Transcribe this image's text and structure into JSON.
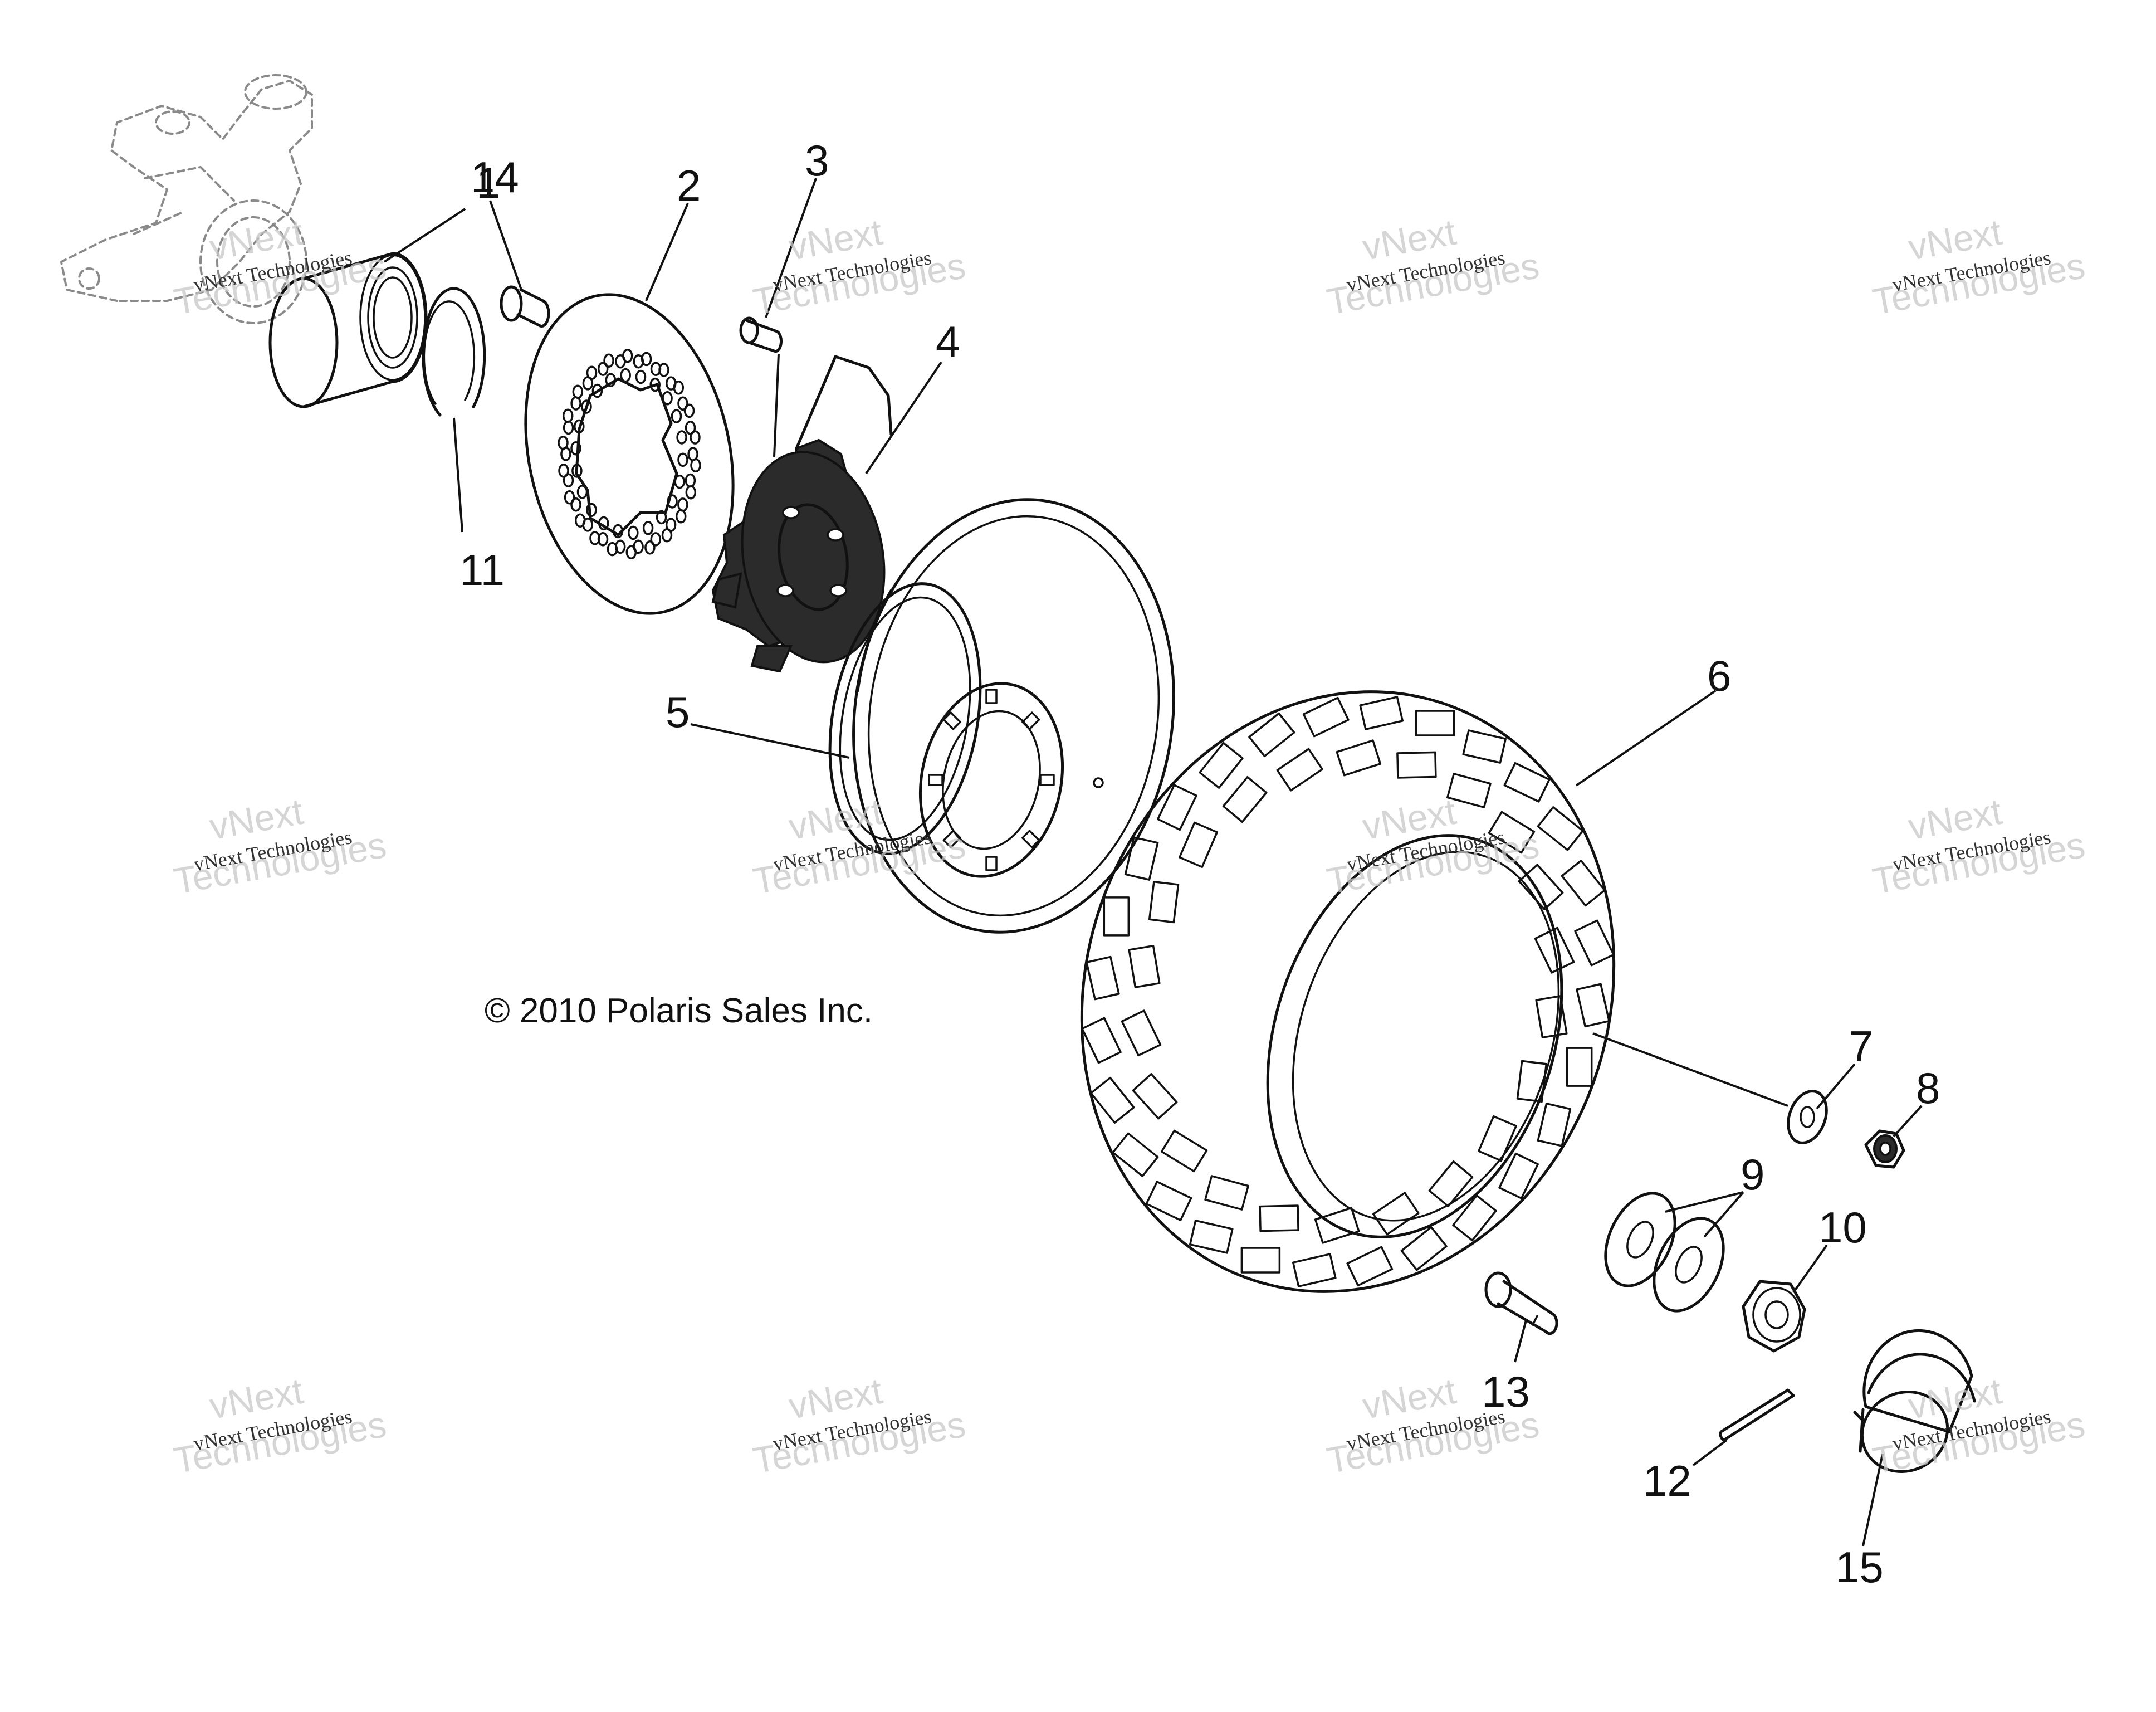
{
  "diagram": {
    "copyright": "© 2010 Polaris Sales Inc.",
    "watermark_small": "vNext Technologies",
    "watermark_large": "Technologies",
    "watermark_top": "vNext",
    "callouts": [
      "1",
      "2",
      "3",
      "4",
      "5",
      "6",
      "7",
      "8",
      "9",
      "10",
      "11",
      "12",
      "13",
      "14",
      "15"
    ],
    "parts": [
      "steering knuckle",
      "wheel bearing",
      "snap ring",
      "rivet",
      "brake disc",
      "bolt",
      "wheel hub",
      "wheel rim",
      "tire",
      "washer",
      "nut",
      "washers",
      "castle nut",
      "cotter pin",
      "bolt",
      "hub cap"
    ]
  }
}
